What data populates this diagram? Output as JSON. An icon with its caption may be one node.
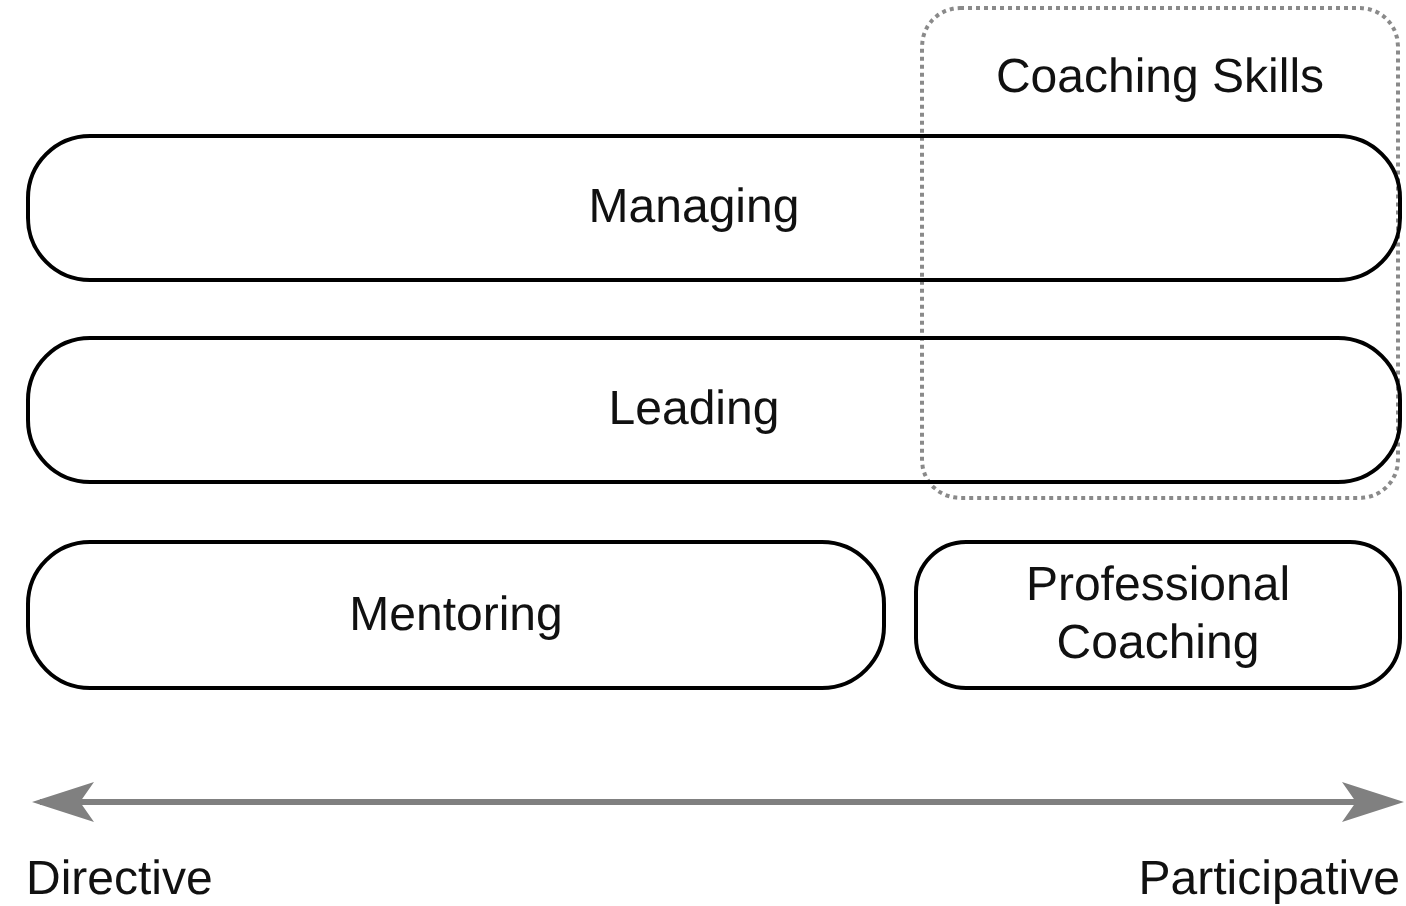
{
  "diagram": {
    "nodes": [
      {
        "text": [
          "Coaching Skills"
        ]
      },
      {
        "text": [
          "Managing"
        ]
      },
      {
        "text": [
          "Leading"
        ]
      },
      {
        "text": [
          "Mentoring"
        ]
      },
      {
        "text": [
          "Professional Coaching"
        ]
      }
    ],
    "labels": [
      "Directive",
      "Participative"
    ]
  }
}
